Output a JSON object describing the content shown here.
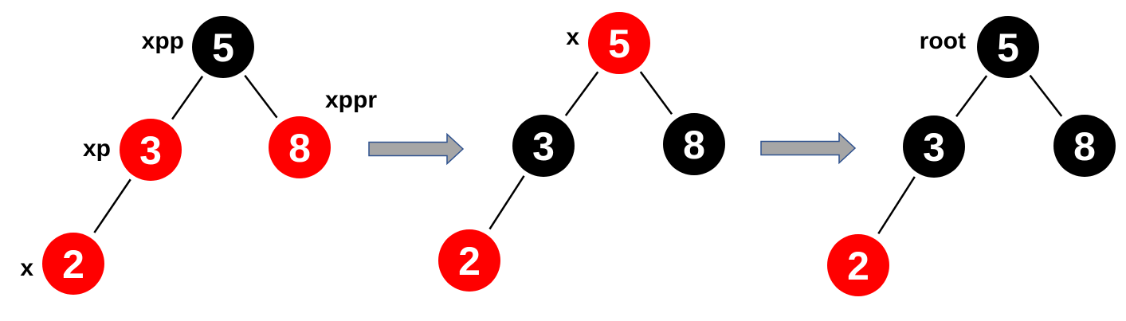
{
  "colors": {
    "black_node": "#000000",
    "red_node": "#ff0000",
    "node_text": "#ffffff",
    "edge": "#000000",
    "arrow_fill": "#a6a6a6",
    "arrow_stroke": "#2f528f"
  },
  "steps": [
    {
      "nodes": [
        {
          "value": "5",
          "color": "black",
          "label": "xpp"
        },
        {
          "value": "3",
          "color": "red",
          "label": "xp"
        },
        {
          "value": "8",
          "color": "red",
          "label": "xppr"
        },
        {
          "value": "2",
          "color": "red",
          "label": "x"
        }
      ],
      "edges": [
        [
          "5",
          "3"
        ],
        [
          "5",
          "8"
        ],
        [
          "3",
          "2"
        ]
      ]
    },
    {
      "nodes": [
        {
          "value": "5",
          "color": "red",
          "label": "x"
        },
        {
          "value": "3",
          "color": "black",
          "label": ""
        },
        {
          "value": "8",
          "color": "black",
          "label": ""
        },
        {
          "value": "2",
          "color": "red",
          "label": ""
        }
      ],
      "edges": [
        [
          "5",
          "3"
        ],
        [
          "5",
          "8"
        ],
        [
          "3",
          "2"
        ]
      ]
    },
    {
      "nodes": [
        {
          "value": "5",
          "color": "black",
          "label": "root"
        },
        {
          "value": "3",
          "color": "black",
          "label": ""
        },
        {
          "value": "8",
          "color": "black",
          "label": ""
        },
        {
          "value": "2",
          "color": "red",
          "label": ""
        }
      ],
      "edges": [
        [
          "5",
          "3"
        ],
        [
          "5",
          "8"
        ],
        [
          "3",
          "2"
        ]
      ]
    }
  ],
  "transitions": [
    {
      "from_step": 1,
      "to_step": 2,
      "icon": "right-arrow-icon"
    },
    {
      "from_step": 2,
      "to_step": 3,
      "icon": "right-arrow-icon"
    }
  ]
}
